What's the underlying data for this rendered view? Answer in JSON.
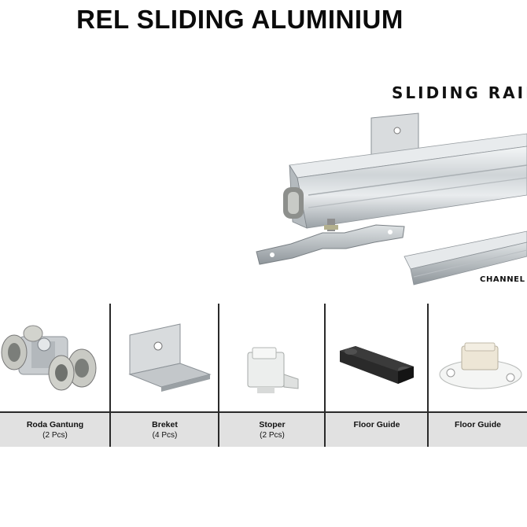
{
  "title": "REL SLIDING ALUMINIUM",
  "diagram": {
    "rail_label": "SLIDING RAIL",
    "channel_label": "CHANNEL"
  },
  "parts": [
    {
      "name": "Roda Gantung",
      "qty": "(2 Pcs)"
    },
    {
      "name": "Breket",
      "qty": "(4 Pcs)"
    },
    {
      "name": "Stoper",
      "qty": "(2 Pcs)"
    },
    {
      "name": "Floor Guide",
      "qty": ""
    },
    {
      "name": "Floor Guide",
      "qty": ""
    }
  ]
}
